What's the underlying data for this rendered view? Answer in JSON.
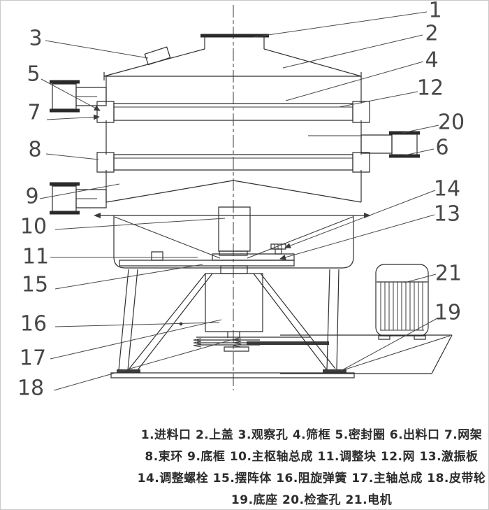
{
  "page": {
    "background": "#ffffff",
    "line_color": "#2f2f2f",
    "label_color": "#474747",
    "legend_text_color": "#2c2c2c"
  },
  "callouts": [
    {
      "num": "1",
      "part": "进料口"
    },
    {
      "num": "2",
      "part": "上盖"
    },
    {
      "num": "3",
      "part": "观察孔"
    },
    {
      "num": "4",
      "part": "筛框"
    },
    {
      "num": "5",
      "part": "密封圈"
    },
    {
      "num": "6",
      "part": "出料口"
    },
    {
      "num": "7",
      "part": "网架"
    },
    {
      "num": "8",
      "part": "束环"
    },
    {
      "num": "9",
      "part": "底框"
    },
    {
      "num": "10",
      "part": "主枢轴总成"
    },
    {
      "num": "11",
      "part": "调整块"
    },
    {
      "num": "12",
      "part": "网"
    },
    {
      "num": "13",
      "part": "激振板"
    },
    {
      "num": "14",
      "part": "调整螺栓"
    },
    {
      "num": "15",
      "part": "摆阵体"
    },
    {
      "num": "16",
      "part": "阻旋弹簧"
    },
    {
      "num": "17",
      "part": "主轴总成"
    },
    {
      "num": "18",
      "part": "皮带轮"
    },
    {
      "num": "19",
      "part": "底座"
    },
    {
      "num": "20",
      "part": "检查孔"
    },
    {
      "num": "21",
      "part": "电机"
    }
  ],
  "legend": {
    "lines": [
      "1.进料口 2.上盖 3.观察孔 4.筛框 5.密封圈 6.出料口 7.网架",
      "8.束环 9.底框 10.主枢轴总成 11.调整块 12.网 13.激振板",
      "14.调整螺栓 15.摆阵体 16.阻旋弹簧 17.主轴总成 18.皮带轮",
      "19.底座 20.检查孔 21.电机"
    ]
  }
}
